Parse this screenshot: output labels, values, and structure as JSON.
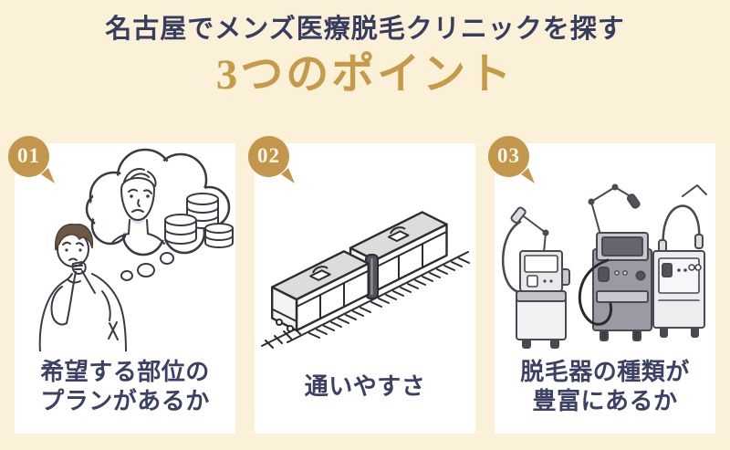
{
  "page": {
    "background_color": "#faf1d8",
    "title": "名古屋でメンズ医療脱毛クリニックを探す",
    "subtitle": "3つのポイント"
  },
  "colors": {
    "title_navy": "#373d5f",
    "accent_gold": "#c59a48",
    "badge_gold": "#c2974b",
    "caption_navy": "#3c4065",
    "card_white": "#ffffff",
    "sketch_outline": "#3a3a44",
    "face_shadow_grey": "#dce1e6",
    "hair_brown": "#6d5747",
    "train_roof_grey": "#dcdcdc",
    "machine_dark_grey": "#9b99a1",
    "machine_light_grey": "#edecef"
  },
  "points": [
    {
      "number": "01",
      "caption_line1": "希望する部位の",
      "caption_line2": "プランがあるか",
      "illustration": "thinking-man-with-thought-bubble-of-face-and-coins"
    },
    {
      "number": "02",
      "caption_line1": "通いやすさ",
      "caption_line2": "",
      "illustration": "isometric-train-on-railway-track"
    },
    {
      "number": "03",
      "caption_line1": "脱毛器の種類が",
      "caption_line2": "豊富にあるか",
      "illustration": "three-medical-hair-removal-laser-machines"
    }
  ]
}
